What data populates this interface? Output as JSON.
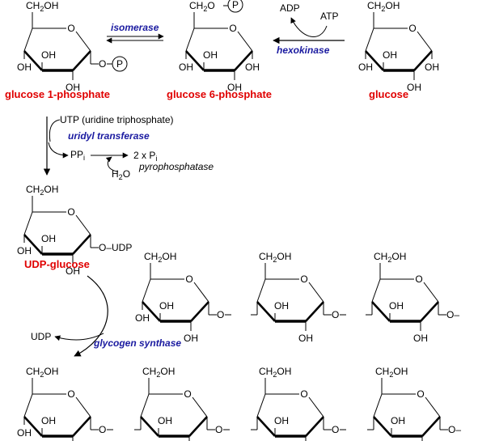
{
  "compounds": {
    "g1p": "glucose 1-phosphate",
    "g6p": "glucose 6-phosphate",
    "glucose": "glucose",
    "udpg": "UDP-glucose"
  },
  "enzymes": {
    "isomerase": "isomerase",
    "hexokinase": "hexokinase",
    "uridyl": "uridyl transferase",
    "glycogen": "glycogen synthase"
  },
  "cofactors": {
    "adp": "ADP",
    "atp": "ATP",
    "utp": "UTP (uridine triphosphate)",
    "ppi_main": "PP",
    "ppi_sub": "i",
    "pi_main": "2 x P",
    "pi_sub": "i",
    "h2o_a": "H",
    "h2o_sub": "2",
    "h2o_b": "O",
    "pyro": "pyrophosphatase",
    "udp": "UDP"
  },
  "labels": {
    "ch2oh": "CH2OH",
    "ch2o": "CH2O",
    "oh": "OH",
    "o": "O",
    "p": "P",
    "o_udp": "O–UDP",
    "o_dash": "O–"
  },
  "colors": {
    "name": "#e00000",
    "enzyme": "#1a1aa0"
  }
}
